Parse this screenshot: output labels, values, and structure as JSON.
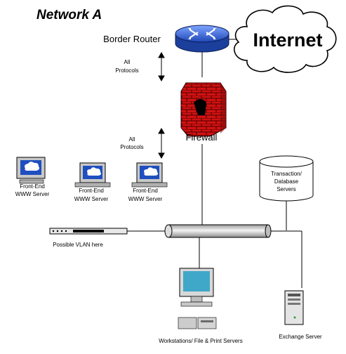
{
  "diagram": {
    "title": "Network A",
    "nodes": {
      "border_router": "Border Router",
      "internet": "Internet",
      "firewall": "Firewall",
      "transaction_db": [
        "Transaction/",
        "Database",
        "Servers"
      ],
      "frontend_1": [
        "Front-End",
        "WWW Server"
      ],
      "frontend_2": [
        "Front-End",
        "WWW Server"
      ],
      "frontend_3": [
        "Front-End",
        "WWW Server"
      ],
      "vlan_switch": "Possible VLAN here",
      "workstations": "Workstations/ File & Print Servers",
      "exchange": "Exchange Server"
    },
    "protocols": {
      "upper": [
        "All",
        "Protocols"
      ],
      "lower": [
        "All",
        "Protocols"
      ]
    }
  },
  "colors": {
    "router_blue": "#3366cc",
    "firewall_red": "#cc1111",
    "screen_blue": "#1f4fbf"
  }
}
